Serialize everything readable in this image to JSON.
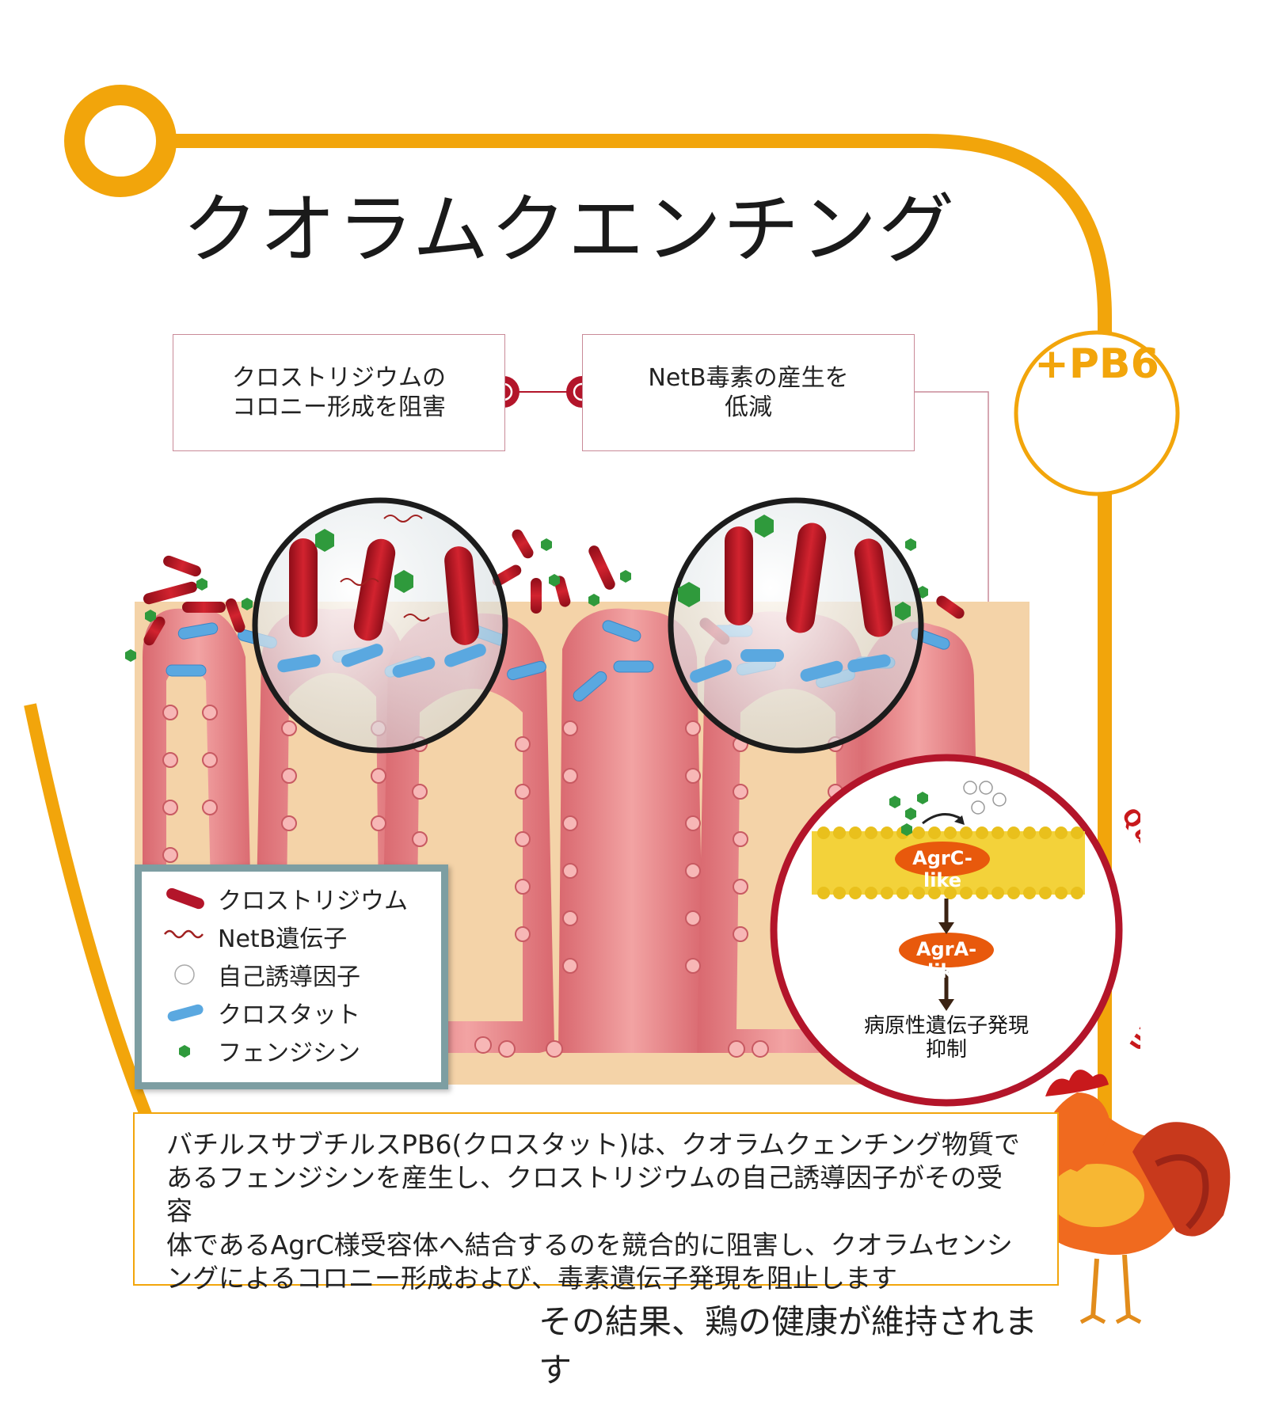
{
  "title": "クオラムクエンチング",
  "boxes": {
    "left_line1": "クロストリジウムの",
    "left_line2": "コロニー形成を阻害",
    "right_line1": "NetB毒素の産生を",
    "right_line2": "低減"
  },
  "badge": "+PB6",
  "inset": {
    "agrc": "AgrC-like",
    "agra": "AgrA-like",
    "result_line1": "病原性遺伝子発現",
    "result_line2": "抑制",
    "arc_text": "Quorum Quenching"
  },
  "legend": {
    "items": [
      {
        "label": "クロストリジウム",
        "icon": "red-rod-icon"
      },
      {
        "label": "NetB遺伝子",
        "icon": "wavy-gene-icon"
      },
      {
        "label": "自己誘導因子",
        "icon": "empty-circle-icon"
      },
      {
        "label": "クロスタット",
        "icon": "blue-rod-icon"
      },
      {
        "label": "フェンジシン",
        "icon": "green-hexagon-icon"
      }
    ]
  },
  "description": {
    "line1": "バチルスサブチルスPB6(クロスタット)は、クオラムクェンチング物質で",
    "line2": "あるフェンジシンを産生し、クロストリジウムの自己誘導因子がその受容",
    "line3": "体であるAgrC様受容体へ結合するのを競合的に阻害し、クオラムセンシ",
    "line4": "ングによるコロニー形成および、毒素遺伝子発現を阻止します"
  },
  "closing": "その結果、鶏の健康が維持されます",
  "colors": {
    "orange": "#f2a50b",
    "crimson": "#b3152a",
    "tissue": "#e8898a",
    "sand": "#f4d3a8",
    "legend_border": "#7d9ea2",
    "clostat_blue": "#5aa8e0",
    "fengycin_green": "#2f9a3c"
  }
}
